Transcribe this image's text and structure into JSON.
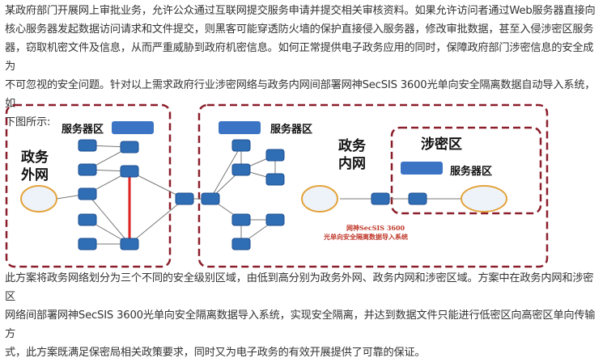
{
  "intro": [
    "某政府部门开展网上审批业务，允许公众通过互联网提交服务申请并提交相关审核资料。如果允许访问者通过Web服务器直接向",
    "核心服务器发起数据访问请求和文件提交，则黑客可能穿透防火墙的保护直接侵入服务器，修改审批数据，甚至入侵涉密区服务",
    "器，窃取机密文件及信息，从而严重威胁到政府机密信息。如何正常提供电子政务应用的同时，保障政府部门涉密信息的安全成为",
    "不可忽视的安全问题。针对以上需求政府行业涉密网络与政务内网间部署网神SecSIS 3600光单向安全隔离数据自动导入系统，如",
    "下图所示:"
  ],
  "diagram": {
    "server_zone_1": "服务器区",
    "outer_net_1": "政务",
    "outer_net_2": "外网",
    "server_zone_2": "服务器区",
    "inner_net_1": "政务",
    "inner_net_2": "内网",
    "secret_zone": "涉密区",
    "server_zone_3": "服务器区",
    "device_caption_1": "网神SecSIS 3600",
    "device_caption_2": "光单向安全隔离数据导入系统",
    "colors": {
      "border": "#8b1e2b",
      "node": "#2f6db5"
    }
  },
  "conclusion": [
    "此方案将政务网络划分为三个不同的安全级别区域，由低到高分别为政务外网、政务内网和涉密区域。方案中在政务内网和涉密区",
    "网络间部署网神SecSIS 3600光单向安全隔离数据导入系统，实现安全隔离，并达到数据文件只能进行低密区向高密区单向传输方",
    "式，此方案既满足保密局相关政策要求，同时又为电子政务的有效开展提供了可靠的保证。"
  ]
}
